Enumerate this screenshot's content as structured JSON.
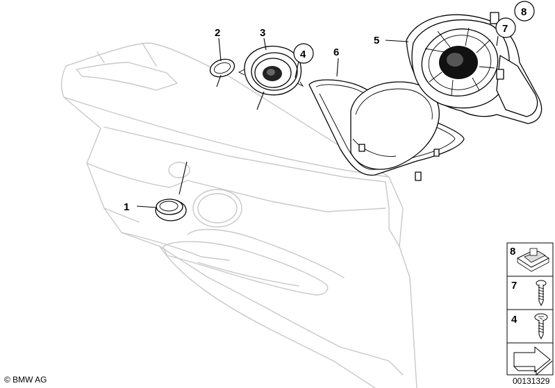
{
  "diagram": {
    "callouts": {
      "c1": "1",
      "c2": "2",
      "c3": "3",
      "c4": "4",
      "c5": "5",
      "c6": "6",
      "c7": "7",
      "c8": "8"
    },
    "legend": {
      "item_8": "8",
      "item_7": "7",
      "item_4": "4"
    },
    "copyright": "© BMW AG",
    "diagram_number": "00131329"
  },
  "colors": {
    "ghost_line": "#c8c8c8",
    "part_line": "#000000",
    "background": "#ffffff"
  }
}
